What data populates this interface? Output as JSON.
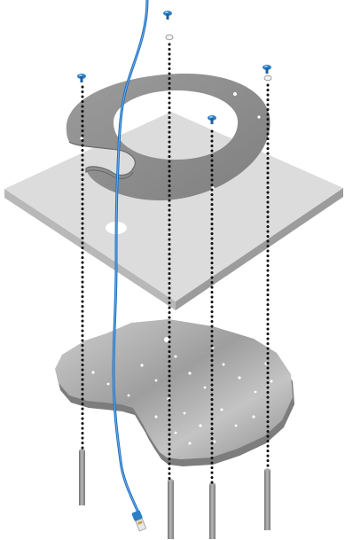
{
  "diagram": {
    "kind": "exploded-assembly",
    "components": [
      {
        "id": "screws",
        "icon": "screw-icon",
        "count": 4,
        "color": "#2a7fc7"
      },
      {
        "id": "washers",
        "icon": "washer-icon",
        "count": 2
      },
      {
        "id": "mounting-ring",
        "icon": "ring-icon",
        "color": "#8a8a8a"
      },
      {
        "id": "mounting-plate",
        "icon": "plate-icon",
        "color": "#d9d9d9"
      },
      {
        "id": "ceiling-tile",
        "icon": "tile-icon",
        "color": "#b0b0b0"
      },
      {
        "id": "threaded-rods",
        "icon": "rod-icon",
        "count": 4,
        "color": "#8c8c8c"
      },
      {
        "id": "ethernet-cable",
        "icon": "cable-icon",
        "color": "#1f6fbf"
      }
    ],
    "colors": {
      "cable": "#1f6fbf",
      "screw": "#2a7fc7",
      "ring": "#8a8a8a",
      "plate_top": "#dcdcdc",
      "plate_edge": "#a9a9a9",
      "tile": "#b4b4b4",
      "rod": "#8c8c8c",
      "guide_dots": "#111111"
    }
  }
}
